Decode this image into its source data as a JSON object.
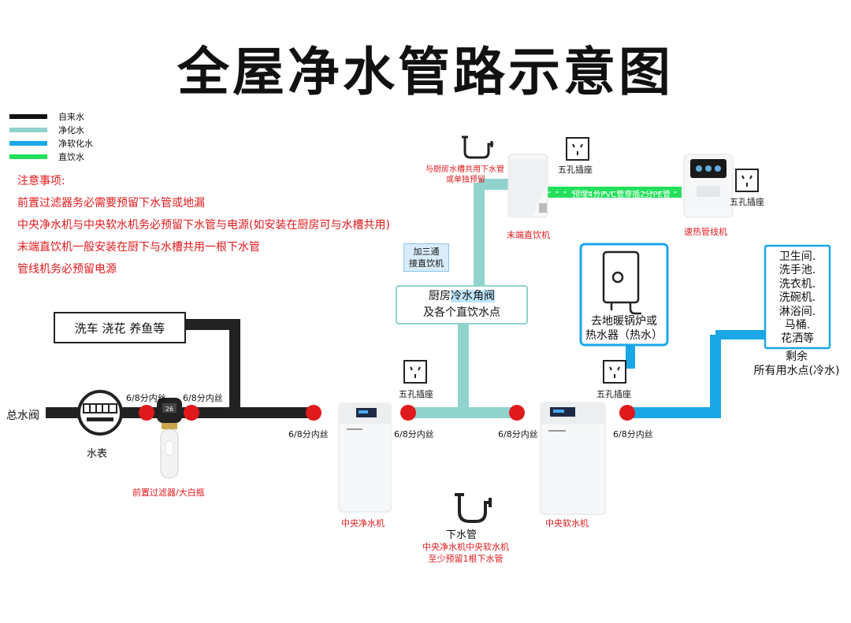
{
  "title": "全屋净水管路示意图",
  "legend": [
    {
      "label": "自来水",
      "color": "#111111"
    },
    {
      "label": "净化水",
      "color": "#8fd3cc"
    },
    {
      "label": "净软化水",
      "color": "#1aa7e8"
    },
    {
      "label": "直饮水",
      "color": "#22e05a"
    }
  ],
  "notes": {
    "heading": "注意事项:",
    "items": [
      "前置过滤器务必需要预留下水管或地漏",
      "中央净水机与中央软水机务必预留下水管与电源(如安装在厨房可与水槽共用)",
      "末端直饮机一般安装在厨下与水槽共用一根下水管",
      "管线机务必预留电源"
    ]
  },
  "labels": {
    "main_valve": "总水阀",
    "meter": "水表",
    "car_wash": "洗车 浇花 养鱼等",
    "thread_pre_left": "6/8分内丝",
    "thread_pre_right": "6/8分内丝",
    "thread_1": "6/8分内丝",
    "thread_2": "6/8分内丝",
    "thread_3": "6/8分内丝",
    "thread_4": "6/8分内丝",
    "pre_filter": "前置过滤器/大白瓶",
    "central_purifier": "中央净水机",
    "central_softener": "中央软水机",
    "drain": "下水管",
    "drain_note_1": "中央净水机中央软水机",
    "drain_note_2": "至少预留1根下水管",
    "socket_1": "五孔插座",
    "socket_2": "五孔插座",
    "socket_3": "五孔插座",
    "socket_4": "五孔插座",
    "tee_1": "加三通",
    "tee_2": "接直饮机",
    "kitchen_1a": "厨房",
    "kitchen_1b": "冷水角阀",
    "kitchen_2": "及各个直饮水点",
    "sink_drain_1": "与厨房水槽共用下水管",
    "sink_drain_2": "或单独预留",
    "end_drinker": "末端直饮机",
    "pe_pipe": "预埋4分PVC管穿插2分PE管",
    "pipeline_machine": "速热管线机",
    "boiler_1": "去地暖锅炉或",
    "boiler_2": "热水器（热水）",
    "rooms": [
      "卫生间.",
      "洗手池.",
      "洗衣机.",
      "洗碗机.",
      "淋浴间.",
      "马桶.",
      "花洒等"
    ],
    "remaining_1": "剩余",
    "remaining_2": "所有用水点(冷水)"
  }
}
